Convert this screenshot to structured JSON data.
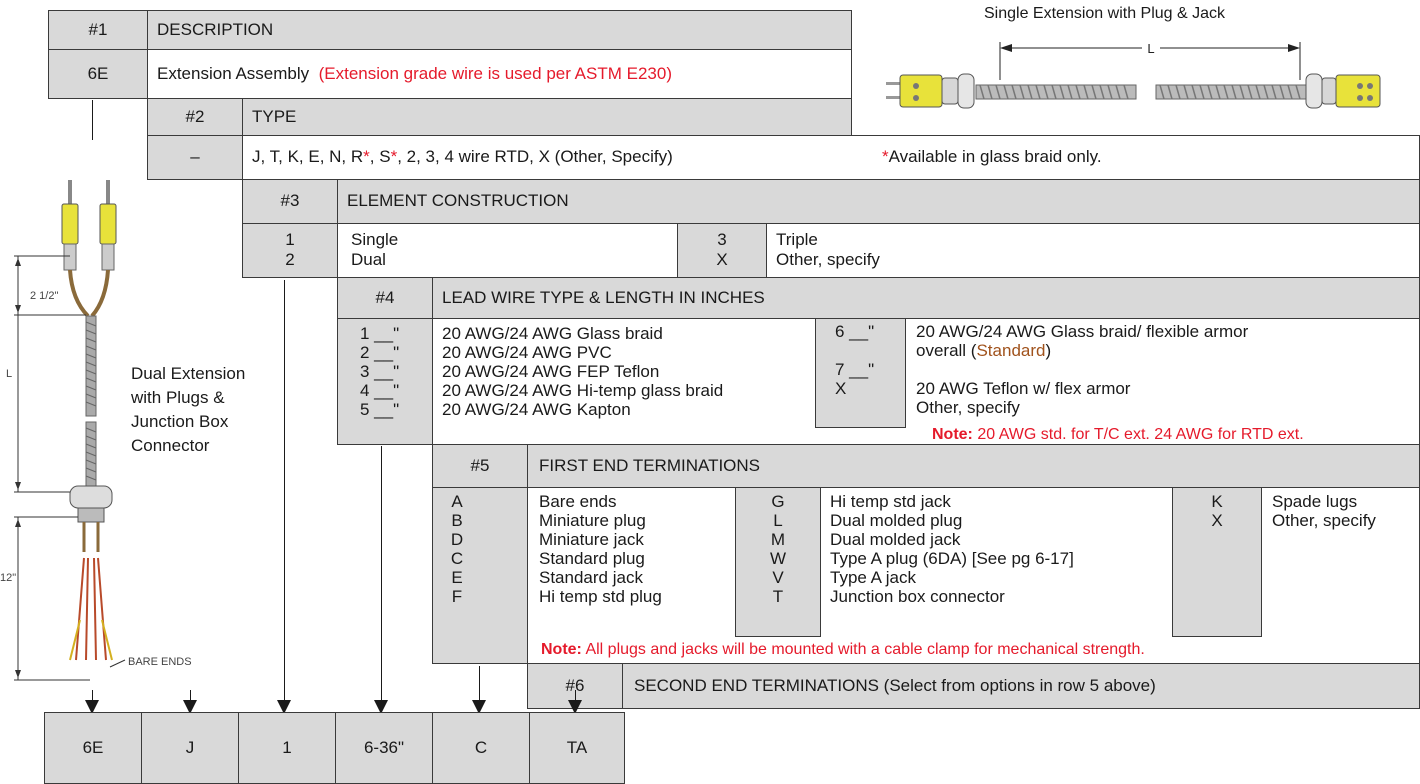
{
  "row1": {
    "num": "#1",
    "title": "DESCRIPTION",
    "code": "6E",
    "desc": "Extension Assembly",
    "note": "(Extension grade wire is used per ASTM E230)"
  },
  "row2": {
    "num": "#2",
    "title": "TYPE",
    "code": "–",
    "desc": "J, T, K, E, N, R*, S*, 2, 3, 4 wire RTD, X (Other, Specify)",
    "desc_parts": [
      "J, T, K, E, N, R",
      "*",
      ", S",
      "*",
      ", 2, 3, 4 wire RTD, X (Other, Specify)"
    ],
    "note_star": "*",
    "note": "Available in glass braid only."
  },
  "row3": {
    "num": "#3",
    "title": "ELEMENT CONSTRUCTION",
    "codes_a": "1\n2",
    "labels_a": "Single\nDual",
    "codes_b": "3\nX",
    "labels_b": "Triple\nOther, specify"
  },
  "row4": {
    "num": "#4",
    "title": "LEAD WIRE TYPE & LENGTH IN INCHES",
    "codes_a": "1 __\"\n2 __\"\n3 __\"\n4 __\"\n5 __\"",
    "labels_a": "20 AWG/24 AWG Glass braid\n20 AWG/24 AWG PVC\n20 AWG/24 AWG FEP Teflon\n20 AWG/24 AWG Hi-temp glass braid\n20 AWG/24 AWG Kapton",
    "codes_b": "6 __\"\n\n7 __\"\nX",
    "label_b1": "20 AWG/24 AWG Glass braid/ flexible armor",
    "label_b2_pre": "overall (",
    "label_b2_std": "Standard",
    "label_b2_post": ")",
    "label_b3": "20 AWG Teflon w/ flex armor",
    "label_b4": "Other, specify",
    "note_label": "Note:",
    "note_text": "20 AWG std. for T/C ext. 24 AWG for RTD ext."
  },
  "row5": {
    "num": "#5",
    "title": "FIRST END TERMINATIONS",
    "codes_a": "A\nB\nD\nC\nE\nF",
    "labels_a": "Bare ends\nMiniature plug\nMiniature jack\nStandard plug\nStandard jack\nHi temp std plug",
    "codes_b": "G\nL\nM\nW\nV\nT",
    "labels_b": "Hi temp std jack\nDual molded plug\nDual molded jack\nType A plug (6DA) [See pg 6-17]\nType A jack\nJunction box connector",
    "codes_c": "K\nX",
    "labels_c": "Spade lugs\nOther, specify",
    "note_label": "Note:",
    "note_text": "All plugs and jacks will be mounted with a cable clamp for mechanical strength."
  },
  "row6": {
    "num": "#6",
    "title": "SECOND END TERMINATIONS  (Select from options in row 5 above)"
  },
  "example": [
    "6E",
    "J",
    "1",
    "6-36\"",
    "C",
    "TA"
  ],
  "figure_single": {
    "caption": "Single Extension with Plug & Jack",
    "dim_label": "L"
  },
  "figure_dual": {
    "caption": "Dual Extension\nwith Plugs &\nJunction Box\nConnector",
    "dim_top": "2 1/2\"",
    "dim_mid": "L",
    "dim_bot": "12\"",
    "label_ends": "BARE ENDS"
  },
  "colors": {
    "red": "#e51a2b",
    "brown": "#a0521c",
    "gray": "#d9d9d9",
    "plug_yellow": "#e8e23a"
  }
}
